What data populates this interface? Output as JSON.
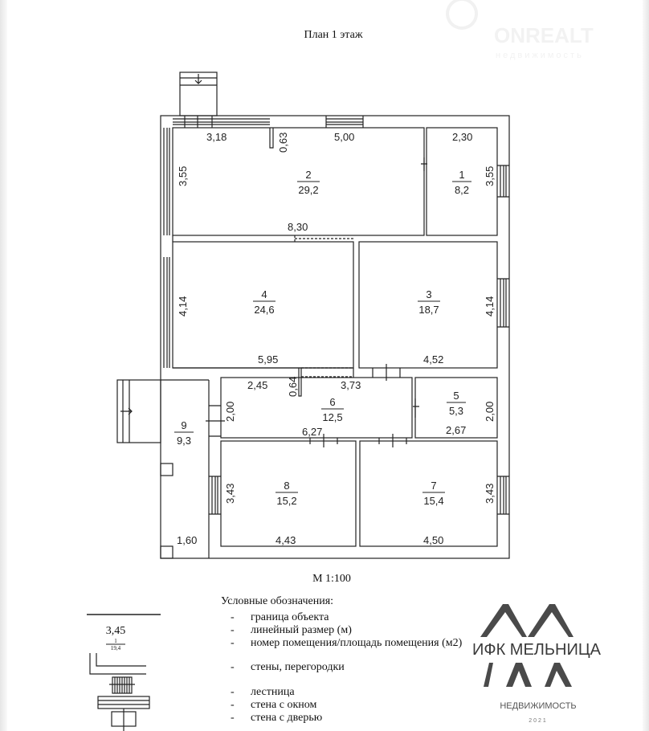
{
  "title": "План  1 этаж",
  "scale": "М 1:100",
  "watermark": {
    "brand": "ONREALT",
    "sub": "недвижимость"
  },
  "rooms": [
    {
      "number": "1",
      "area": "8,2"
    },
    {
      "number": "2",
      "area": "29,2"
    },
    {
      "number": "3",
      "area": "18,7"
    },
    {
      "number": "4",
      "area": "24,6"
    },
    {
      "number": "5",
      "area": "5,3"
    },
    {
      "number": "6",
      "area": "12,5"
    },
    {
      "number": "7",
      "area": "15,4"
    },
    {
      "number": "8",
      "area": "15,2"
    },
    {
      "number": "9",
      "area": "9,3"
    }
  ],
  "dimensions": [
    "3,18",
    "0,63",
    "5,00",
    "2,30",
    "3,55",
    "3,55",
    "8,30",
    "4,14",
    "4,14",
    "5,95",
    "4,52",
    "2,45",
    "0,64",
    "3,73",
    "2,00",
    "2,00",
    "6,27",
    "2,67",
    "3,43",
    "3,43",
    "1,60",
    "4,43",
    "4,50"
  ],
  "legend": {
    "heading": "Условные обозначения:",
    "sample_dimension": "3,45",
    "sample_room_number": "1",
    "sample_room_area": "19,4",
    "items": [
      "граница объекта",
      "линейный размер (м)",
      "номер помещения/площадь помещения (м2)",
      "стены, перегородки",
      "лестница",
      "стена с окном",
      "стена с дверью"
    ]
  },
  "logo": {
    "name": "ИФК МЕЛЬНИЦА",
    "sub": "НЕДВИЖИМОСТЬ",
    "year": "2021"
  }
}
